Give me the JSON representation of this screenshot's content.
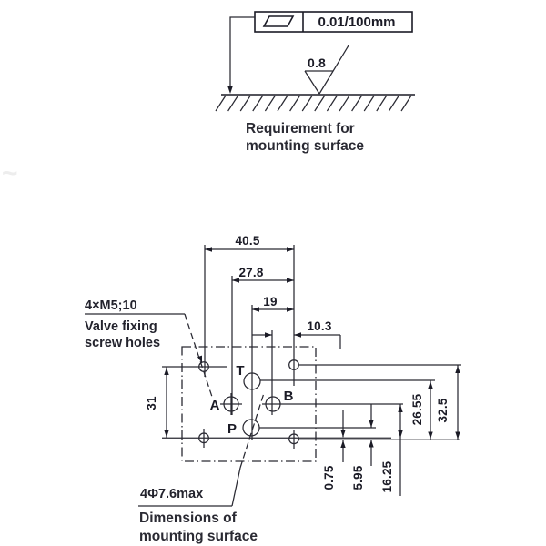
{
  "colors": {
    "ink": "#1b1b26",
    "line": "#2a2a33",
    "background": "#ffffff"
  },
  "top": {
    "flatness_symbol": "parallelogram-flatness-icon",
    "frame_value": "0.01/100mm",
    "roughness": "0.8",
    "caption": [
      "Requirement for",
      "mounting surface"
    ]
  },
  "drawing": {
    "screw_note": [
      "4×M5;10",
      "Valve fixing",
      "screw holes"
    ],
    "hole_note": [
      "4Φ7.6max",
      "Dimensions of",
      "mounting surface"
    ],
    "ports": {
      "t": "T",
      "a": "A",
      "b": "B",
      "p": "P"
    },
    "dims": {
      "w_outer": "40.5",
      "w_a": "27.8",
      "w_t": "19",
      "w_b": "10.3",
      "h_left": "31",
      "h_t": "26.55",
      "h_outer": "32.5",
      "h_offset": "0.75",
      "h_p": "5.95",
      "h_ab": "16.25"
    }
  }
}
